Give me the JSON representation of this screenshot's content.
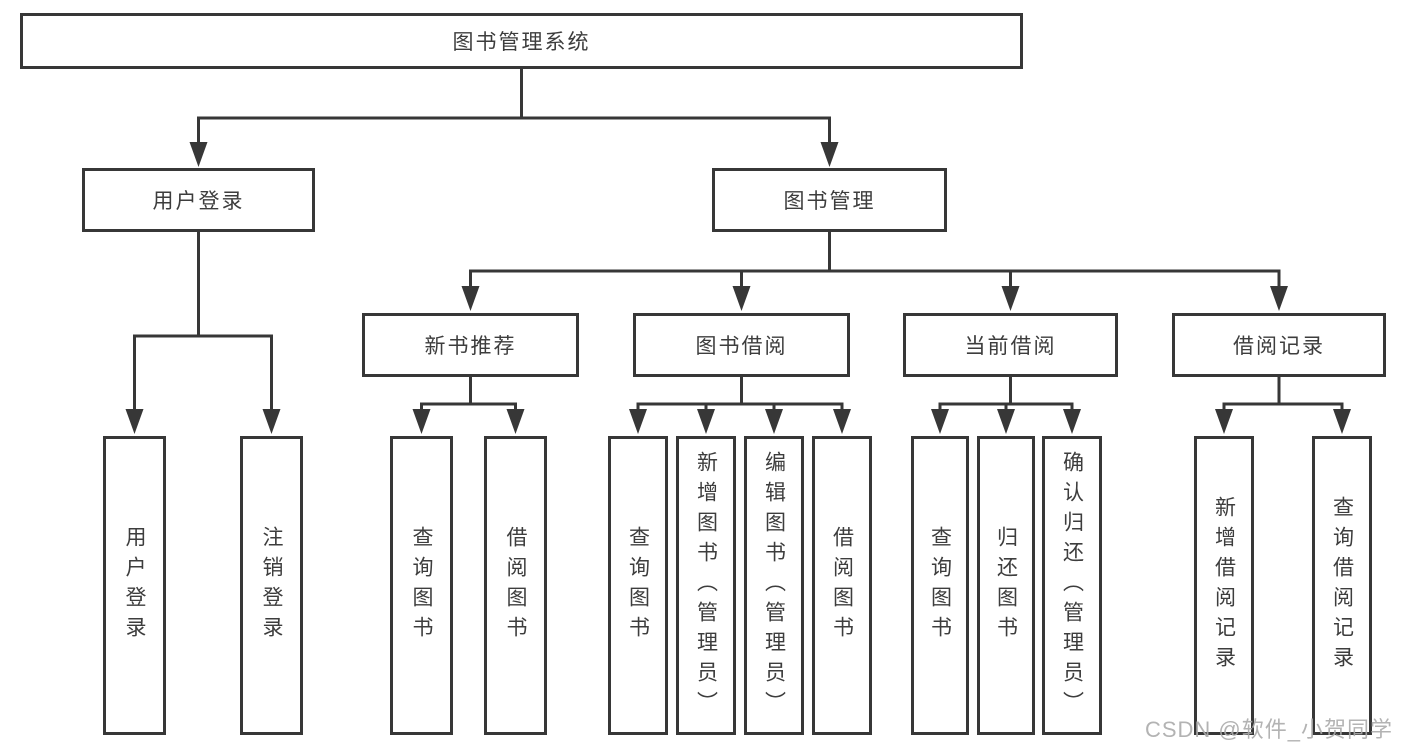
{
  "tree": {
    "root": {
      "label": "图书管理系统",
      "children": [
        {
          "label": "用户登录",
          "children": [
            {
              "label": "用户登录"
            },
            {
              "label": "注销登录"
            }
          ]
        },
        {
          "label": "图书管理",
          "children": [
            {
              "label": "新书推荐",
              "children": [
                {
                  "label": "查询图书"
                },
                {
                  "label": "借阅图书"
                }
              ]
            },
            {
              "label": "图书借阅",
              "children": [
                {
                  "label": "查询图书"
                },
                {
                  "label": "新增图书（管理员）"
                },
                {
                  "label": "编辑图书（管理员）"
                },
                {
                  "label": "借阅图书"
                }
              ]
            },
            {
              "label": "当前借阅",
              "children": [
                {
                  "label": "查询图书"
                },
                {
                  "label": "归还图书"
                },
                {
                  "label": "确认归还（管理员）"
                }
              ]
            },
            {
              "label": "借阅记录",
              "children": [
                {
                  "label": "新增借阅记录"
                },
                {
                  "label": "查询借阅记录"
                }
              ]
            }
          ]
        }
      ]
    }
  },
  "watermark": {
    "text": "CSDN @软件_小贺同学"
  },
  "colors": {
    "line": "#373737",
    "text": "#3d3d3d",
    "box_background": "#ffffff",
    "watermark": "#ababab",
    "background": "#ffffff"
  }
}
